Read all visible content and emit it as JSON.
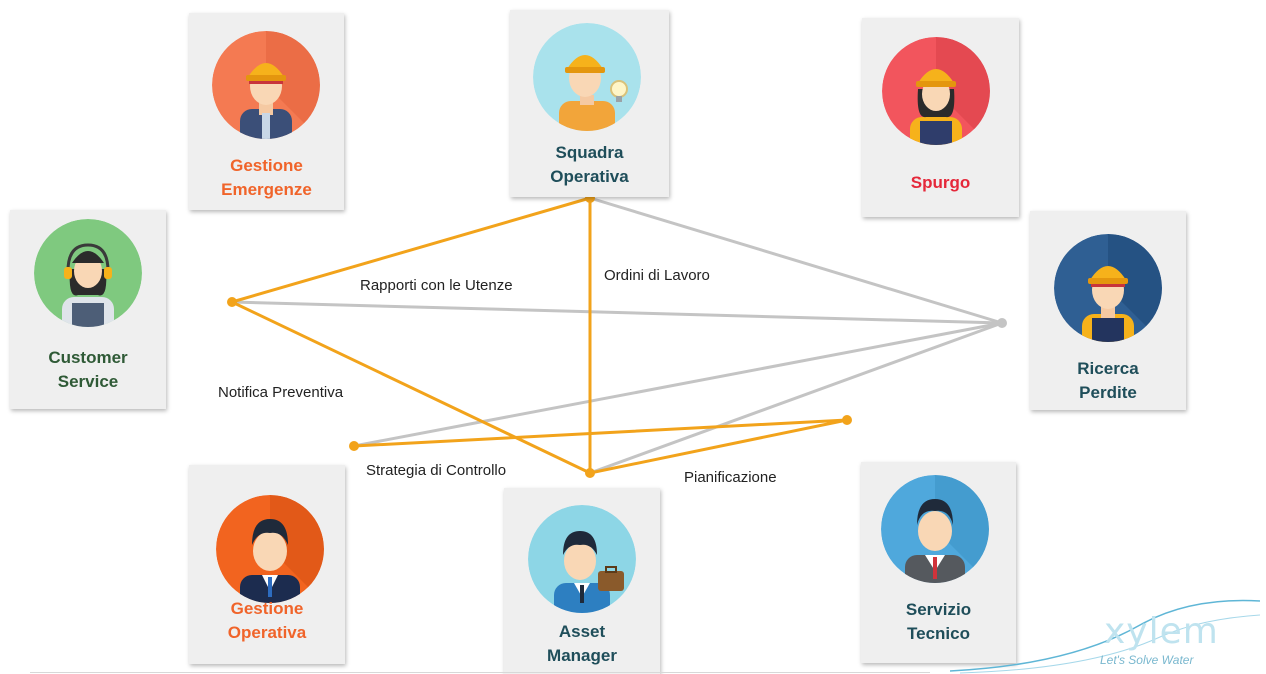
{
  "roles": {
    "gestione_emergenze": {
      "line1": "Gestione",
      "line2": "Emergenze"
    },
    "squadra_operativa": {
      "line1": "Squadra",
      "line2": "Operativa"
    },
    "spurgo": {
      "line1": "Spurgo"
    },
    "customer_service": {
      "line1": "Customer",
      "line2": "Service"
    },
    "ricerca_perdite": {
      "line1": "Ricerca",
      "line2": "Perdite"
    },
    "gestione_operativa": {
      "line1": "Gestione",
      "line2": "Operativa"
    },
    "asset_manager": {
      "line1": "Asset",
      "line2": "Manager"
    },
    "servizio_tecnico": {
      "line1": "Servizio",
      "line2": "Tecnico"
    }
  },
  "connections": {
    "rapporti_utenze": "Rapporti con le Utenze",
    "ordini_lavoro": "Ordini di Lavoro",
    "notifica_preventiva": "Notifica Preventiva",
    "strategia_controllo": "Strategia di Controllo",
    "pianificazione": "Pianificazione"
  },
  "colors": {
    "orange_line": "#f2a31b",
    "gray_line": "#c4c4c4",
    "label_orange": "#f0642a",
    "label_dark": "#1f4e5a",
    "label_red": "#e5283a"
  },
  "logo": {
    "wordmark": "xylem",
    "tagline": "Let's Solve Water"
  }
}
